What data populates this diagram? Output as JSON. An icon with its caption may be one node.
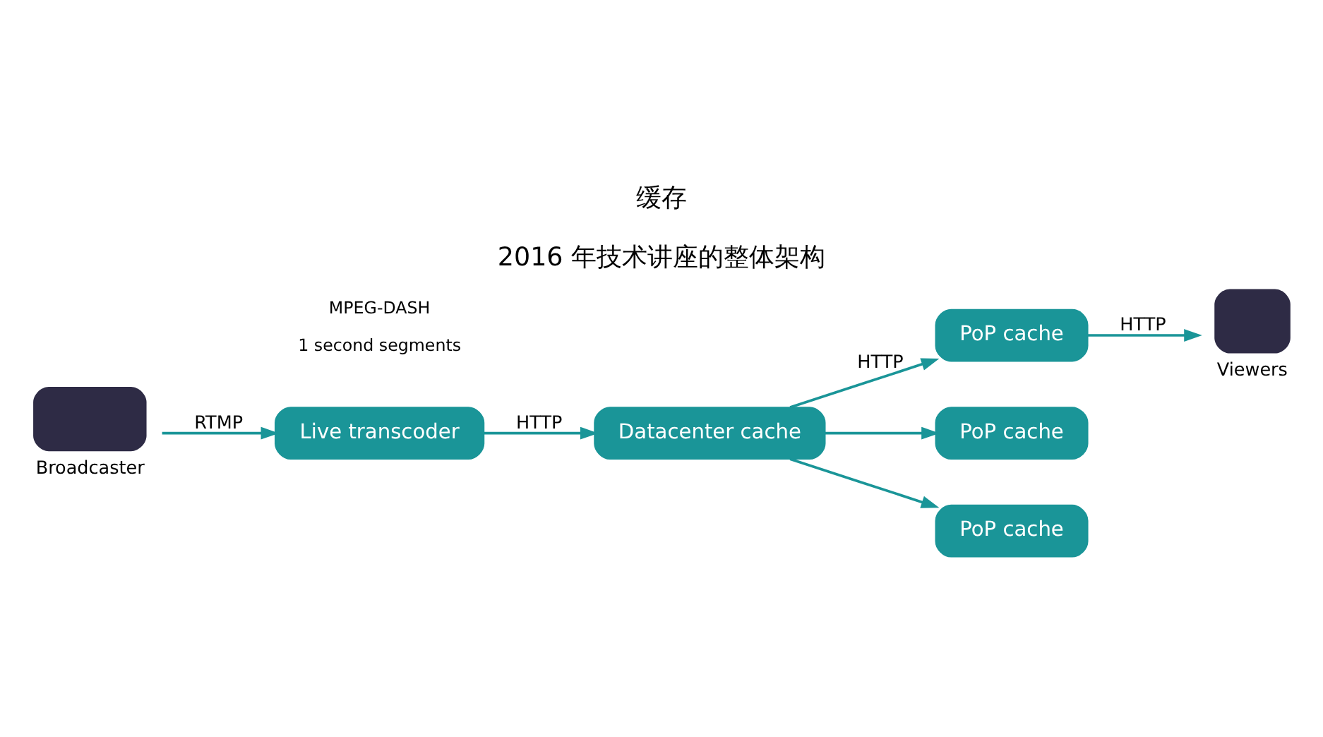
{
  "diagram": {
    "title": "缓存",
    "caption": "2016 年技术讲座的整体架构",
    "nodes": [
      {
        "text": [
          "Broadcaster"
        ]
      },
      {
        "text": [
          "Live transcoder"
        ],
        "beside": [
          "MPEG-DASH",
          "1 second segments"
        ]
      },
      {
        "text": [
          "Datacenter cache"
        ]
      },
      {
        "text": [
          "PoP cache"
        ]
      },
      {
        "text": [
          "PoP cache"
        ]
      },
      {
        "text": [
          "PoP cache"
        ]
      },
      {
        "text": [
          "Viewers"
        ]
      }
    ],
    "edges": [
      {
        "from": 0,
        "to": 1,
        "arrow": "to",
        "label": "RTMP"
      },
      {
        "from": 1,
        "to": 2,
        "arrow": "to",
        "label": "HTTP"
      },
      {
        "from": 2,
        "to": 3,
        "arrow": "to",
        "label": "HTTP"
      },
      {
        "from": 2,
        "to": 4,
        "arrow": "to"
      },
      {
        "from": 2,
        "to": 5,
        "arrow": "to"
      },
      {
        "from": 3,
        "to": 6,
        "arrow": "to",
        "label": "HTTP"
      }
    ]
  }
}
